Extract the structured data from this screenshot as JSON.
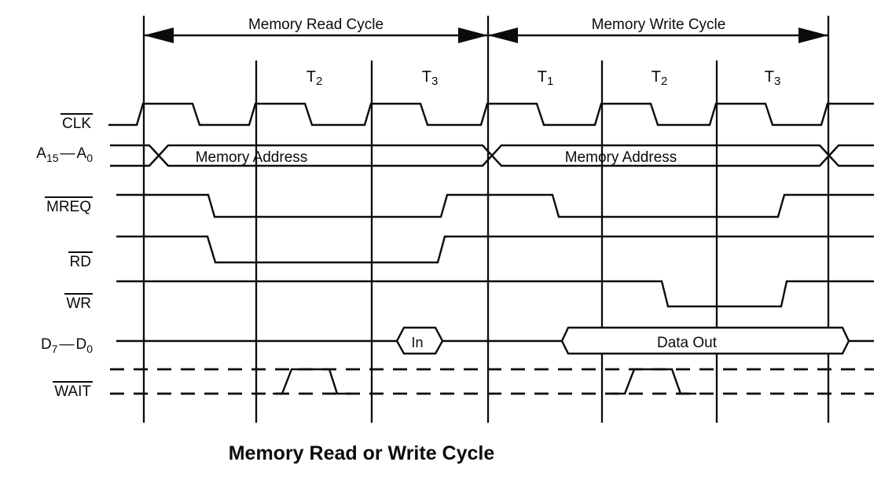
{
  "caption": "Memory Read or Write Cycle",
  "cycles": {
    "read": "Memory Read Cycle",
    "write": "Memory Write Cycle"
  },
  "t_states": [
    {
      "b": "T",
      "s": "2"
    },
    {
      "b": "T",
      "s": "3"
    },
    {
      "b": "T",
      "s": "1"
    },
    {
      "b": "T",
      "s": "2"
    },
    {
      "b": "T",
      "s": "3"
    }
  ],
  "signals": [
    {
      "label": "CLK",
      "overline": true
    },
    {
      "parts": {
        "b1": "A",
        "s1": "15",
        "dash": "—",
        "b2": "A",
        "s2": "0"
      }
    },
    {
      "label": "MREQ",
      "overline": true
    },
    {
      "label": "RD",
      "overline": true
    },
    {
      "label": "WR",
      "overline": true
    },
    {
      "parts": {
        "b1": "D",
        "s1": "7",
        "dash": "—",
        "b2": "D",
        "s2": "0"
      }
    },
    {
      "label": "WAIT",
      "overline": true
    }
  ],
  "bus": {
    "read_address": "Memory Address",
    "write_address": "Memory Address",
    "data_in": "In",
    "data_out": "Data Out"
  },
  "colors": {
    "line": "#0b0b0b",
    "background": "#ffffff"
  }
}
